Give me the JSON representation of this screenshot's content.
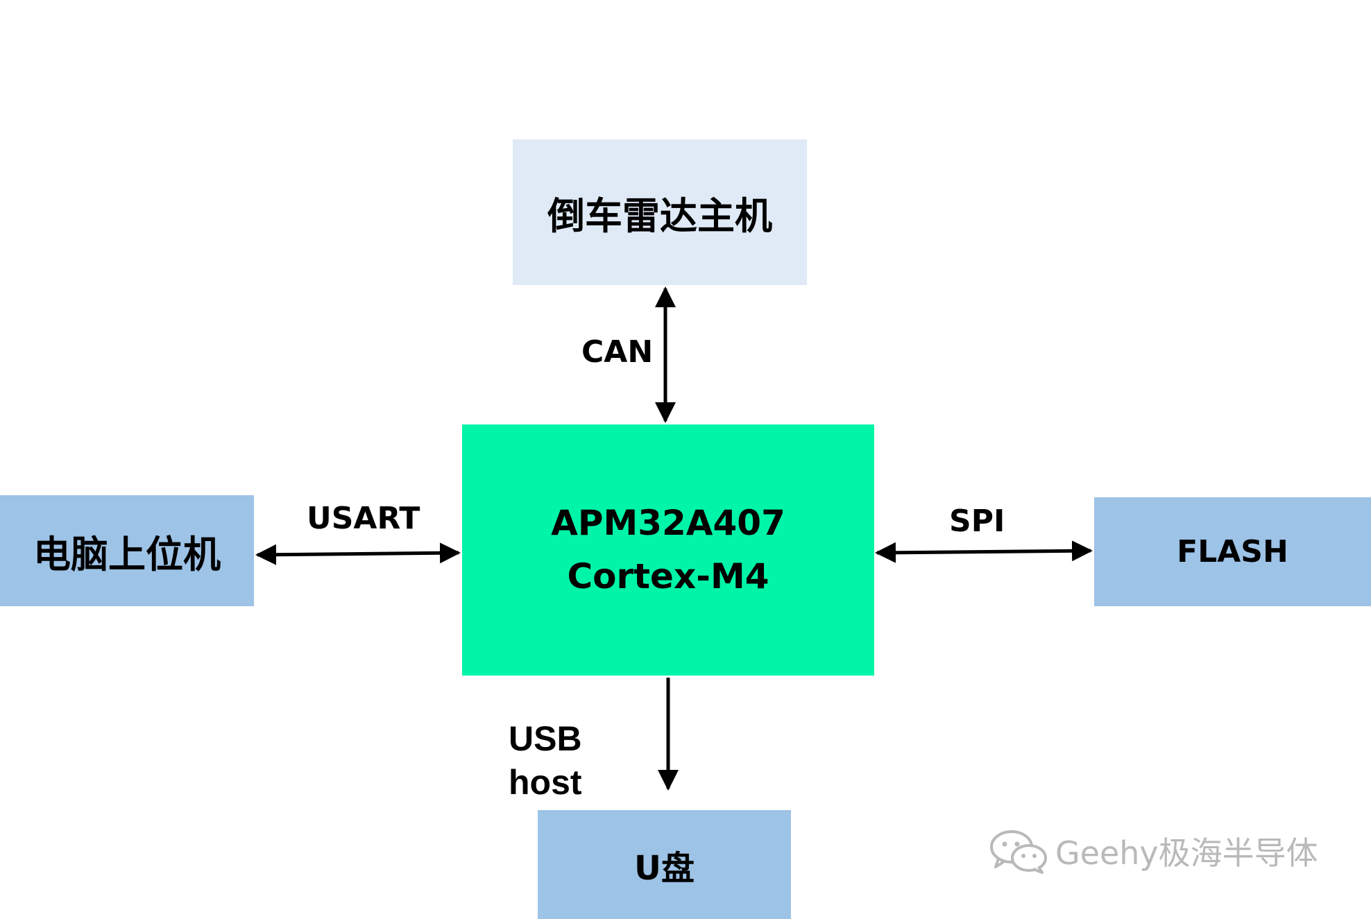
{
  "nodes": {
    "radar": "倒车雷达主机",
    "pc": "电脑上位机",
    "mcu_line1": "APM32A407",
    "mcu_line2": "Cortex-M4",
    "flash": "FLASH",
    "udisk": "U盘"
  },
  "edges": {
    "can": "CAN",
    "usart": "USART",
    "spi": "SPI",
    "usb_line1": "USB",
    "usb_line2": "host"
  },
  "watermark": {
    "text": "Geehy极海半导体",
    "icon": "wechat-icon"
  },
  "colors": {
    "radar_box": "#dfeaf6",
    "peripheral_box": "#9dc3e6",
    "mcu_box": "#00f5a8",
    "watermark": "#b9b9b9"
  }
}
